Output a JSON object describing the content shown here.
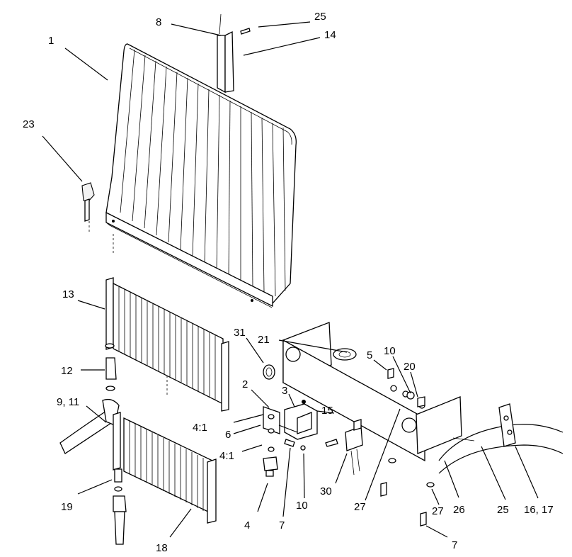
{
  "callouts": {
    "c1": "1",
    "c8": "8",
    "c25_top": "25",
    "c14": "14",
    "c23": "23",
    "c13": "13",
    "c12": "12",
    "c9_11": "9, 11",
    "c19": "19",
    "c18": "18",
    "c31": "31",
    "c21": "21",
    "c5": "5",
    "c10_top": "10",
    "c20": "20",
    "c2": "2",
    "c3": "3",
    "c15": "15",
    "c4_1_top": "4:1",
    "c6": "6",
    "c4_1_bottom": "4:1",
    "c4": "4",
    "c7_mid": "7",
    "c10_bottom": "10",
    "c30": "30",
    "c27_mid": "27",
    "c26": "26",
    "c25_right": "25",
    "c16_17": "16, 17",
    "c27_right": "27",
    "c7_right": "7"
  }
}
